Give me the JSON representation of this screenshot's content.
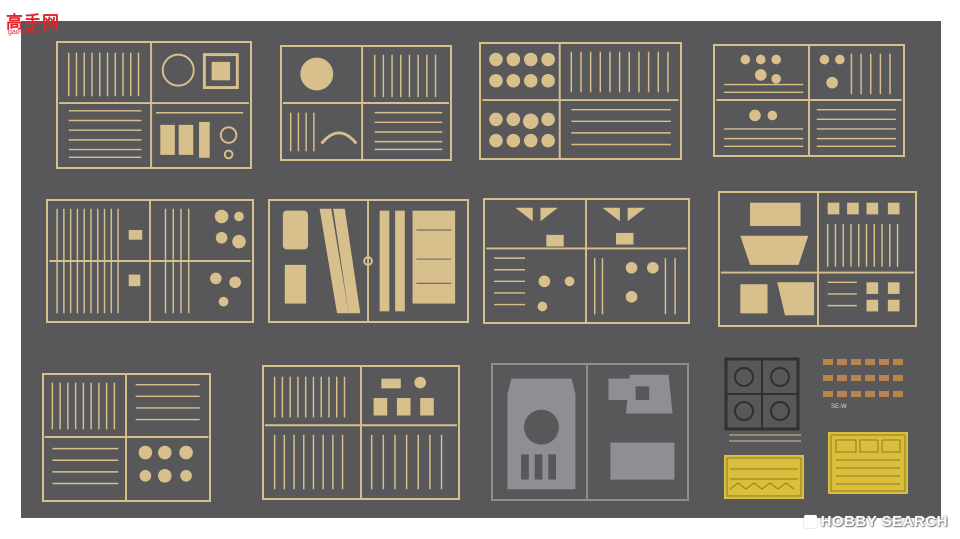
{
  "logo": {
    "text": "高手网",
    "url": "gao-shou.com"
  },
  "watermark": {
    "text": "HOBBY SEARCH",
    "icon": "hobby-search-logo-icon"
  },
  "photo_etch_label": "SE-W",
  "colors": {
    "background": "#58585a",
    "sprue_tan": "#d7c08c",
    "sprue_gray": "#8d8f92",
    "brass": "#d9bf3c"
  }
}
